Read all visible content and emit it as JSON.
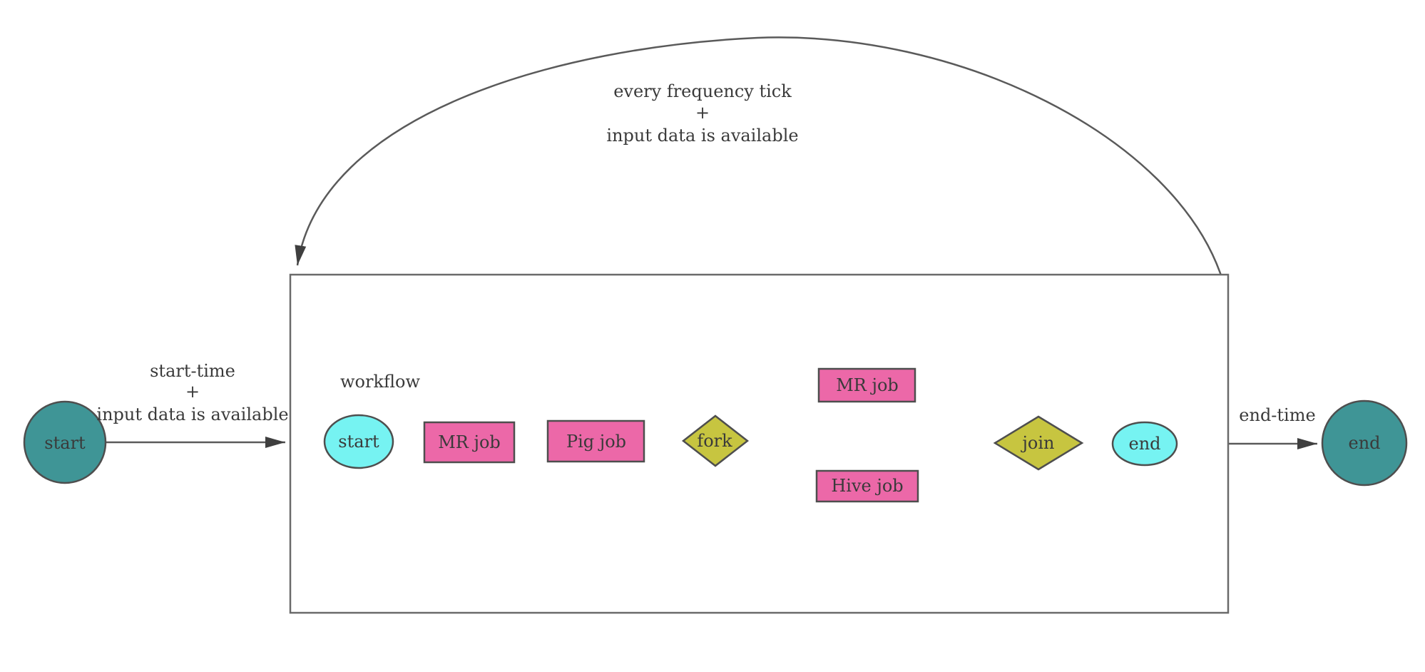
{
  "colors": {
    "coordinator_node": "#3f9596",
    "workflow_terminal": "#76f3f2",
    "action_job": "#ec68a8",
    "fork_join": "#c7c540",
    "shape_stroke": "#4e4e4e",
    "edge_stroke": "#5a5a5a",
    "box_stroke": "#6a6a6a",
    "text": "#3a3a3a",
    "background": "#ffffff"
  },
  "coordinator": {
    "start_node": "start",
    "end_node": "end",
    "start_edge_label": [
      "start-time",
      "+",
      "input data is available"
    ],
    "end_edge_label": "end-time",
    "loop_edge_label": [
      "every frequency tick",
      "+",
      "input data is available"
    ]
  },
  "workflow": {
    "title": "workflow",
    "start_node": "start",
    "end_node": "end",
    "actions": {
      "mr_job_1": "MR job",
      "pig_job": "Pig job",
      "fork": "fork",
      "mr_job_2": "MR job",
      "hive_job": "Hive job",
      "join": "join"
    }
  }
}
